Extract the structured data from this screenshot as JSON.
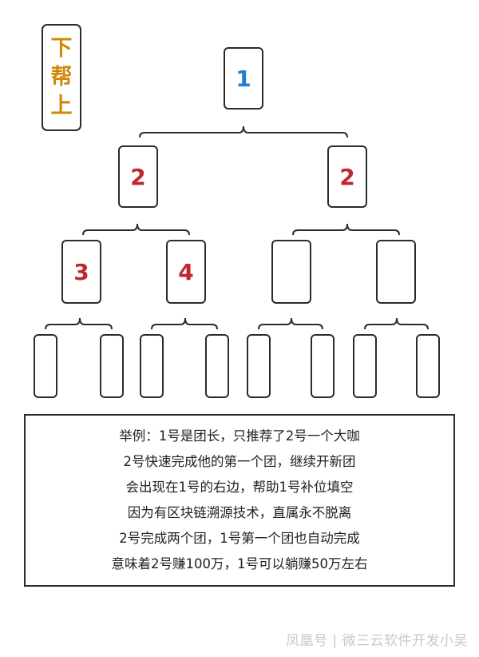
{
  "title_chars": [
    "下",
    "帮",
    "上"
  ],
  "colors": {
    "blue": "#1f7fd0",
    "red": "#c0282d",
    "orange": "#d4860a"
  },
  "tree": {
    "root": "1",
    "level2": [
      "2",
      "2"
    ],
    "level3": [
      "3",
      "4",
      "",
      ""
    ]
  },
  "explanation": [
    "举例：1号是团长，只推荐了2号一个大咖",
    "2号快速完成他的第一个团，继续开新团",
    "会出现在1号的右边，帮助1号补位填空",
    "因为有区块链溯源技术，直属永不脱离",
    "2号完成两个团，1号第一个团也自动完成",
    "意味着2号赚100万，1号可以躺赚50万左右"
  ],
  "watermark": "凤凰号 | 微三云软件开发小吴"
}
